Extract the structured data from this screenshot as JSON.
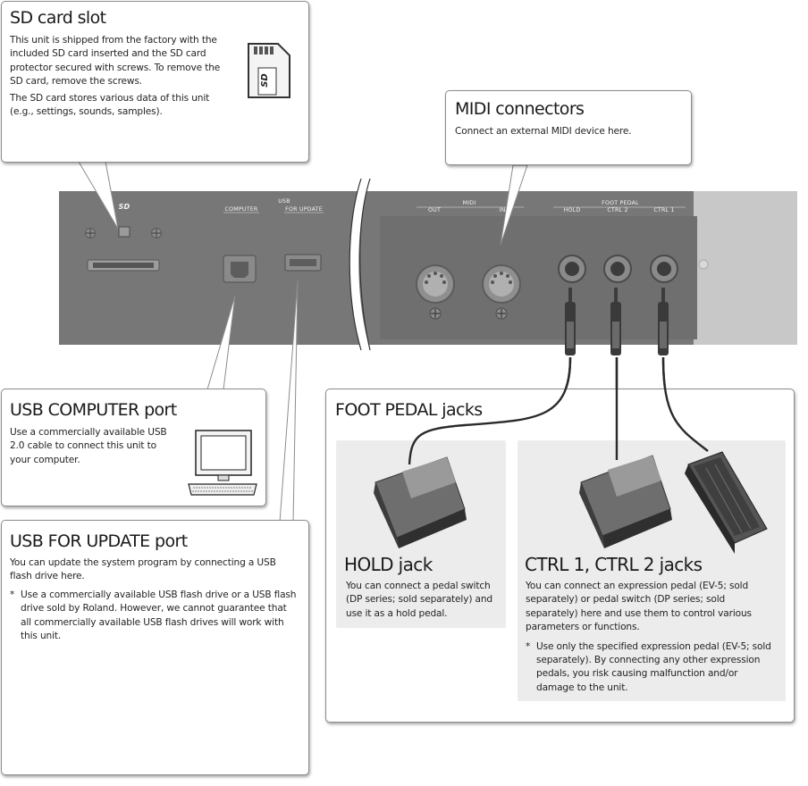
{
  "sd_card": {
    "title": "SD card slot",
    "paragraphs": [
      "This unit is shipped from the factory with the included SD card inserted and the SD card protector secured with screws. To remove the SD card, remove the screws.",
      "The SD card stores various data of this unit (e.g., settings, sounds, samples)."
    ],
    "logo_text": "SD"
  },
  "midi": {
    "title": "MIDI connectors",
    "text": "Connect an external MIDI device here."
  },
  "usb_computer": {
    "title": "USB COMPUTER port",
    "text": "Use a commercially available USB 2.0 cable to connect this unit to your computer."
  },
  "usb_update": {
    "title": "USB FOR UPDATE port",
    "text": "You can update the system program by connecting a USB flash drive here.",
    "note_mark": "*",
    "note": "Use a commercially available USB flash drive or a USB flash drive sold by Roland. However, we cannot guarantee that all commercially available USB flash drives will work with this unit."
  },
  "foot_pedal": {
    "title": "FOOT PEDAL jacks",
    "hold": {
      "title": "HOLD jack",
      "text": "You can connect a pedal switch (DP series; sold separately) and use it as a hold pedal."
    },
    "ctrl": {
      "title": "CTRL 1, CTRL 2 jacks",
      "text": "You can connect an expression pedal (EV-5; sold separately) or pedal switch (DP series; sold separately) here and use them to control various parameters or functions.",
      "note_mark": "*",
      "note": "Use only the specified expression pedal (EV-5; sold separately). By connecting any other expression pedals, you risk causing malfunction and/or damage to the unit."
    }
  },
  "panel_labels": {
    "sd_logo": "SD",
    "computer": "COMPUTER",
    "usb": "USB",
    "for_update": "FOR UPDATE",
    "midi": "MIDI",
    "out": "OUT",
    "in": "IN",
    "foot_pedal": "FOOT PEDAL",
    "hold": "HOLD",
    "ctrl2": "CTRL 2",
    "ctrl1": "CTRL 1"
  },
  "colors": {
    "panel": "#777777",
    "panel_light": "#c6c6c6",
    "callout_border": "#8c8c8c",
    "subpanel": "#ececec"
  }
}
